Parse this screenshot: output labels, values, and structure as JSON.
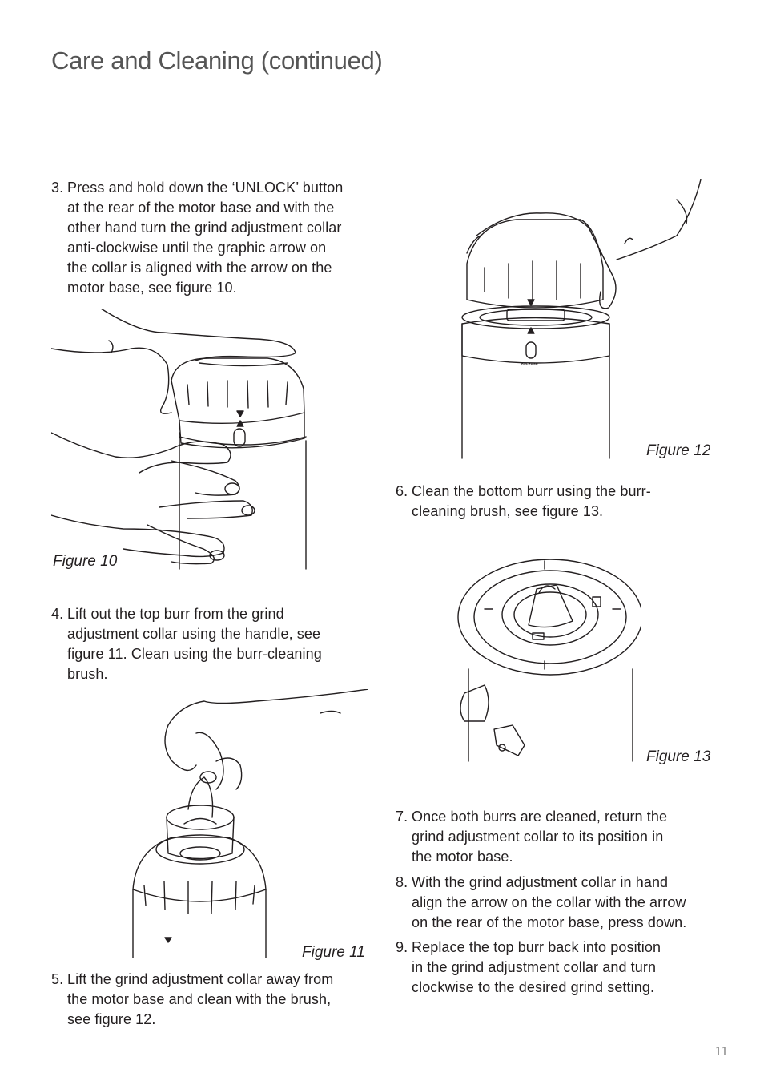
{
  "page": {
    "title": "Care and Cleaning (continued)",
    "page_number": "11"
  },
  "steps": [
    {
      "num": "3.",
      "text": "Press and hold down the ‘UNLOCK’ button\nat the rear of the motor base and with the\nother hand turn the grind adjustment collar\nanti-clockwise until the graphic arrow on\nthe collar is aligned with the arrow on the\nmotor base, see figure 10."
    },
    {
      "num": "4.",
      "text": "Lift out the top burr from the grind\nadjustment collar using the handle, see\nfigure 11. Clean using the burr-cleaning\nbrush."
    },
    {
      "num": "5.",
      "text": "Lift the grind adjustment collar away from\nthe motor base and clean with the brush,\nsee figure 12."
    },
    {
      "num": "6.",
      "text": "Clean the bottom burr using the burr-\ncleaning brush, see figure 13."
    },
    {
      "num": "7.",
      "text": "Once both burrs are cleaned, return the\ngrind adjustment collar to its position in\nthe motor base."
    },
    {
      "num": "8.",
      "text": "With the grind adjustment collar in hand\nalign the arrow on the collar with the arrow\non the rear of the motor base, press down."
    },
    {
      "num": "9.",
      "text": "Replace the top burr back into position\nin the grind adjustment collar and turn\nclockwise to the desired grind setting."
    }
  ],
  "figures": {
    "fig10": {
      "caption": "Figure 10"
    },
    "fig11": {
      "caption": "Figure 11"
    },
    "fig12": {
      "caption": "Figure 12",
      "button_label": "RELEASE"
    },
    "fig13": {
      "caption": "Figure 13"
    }
  }
}
